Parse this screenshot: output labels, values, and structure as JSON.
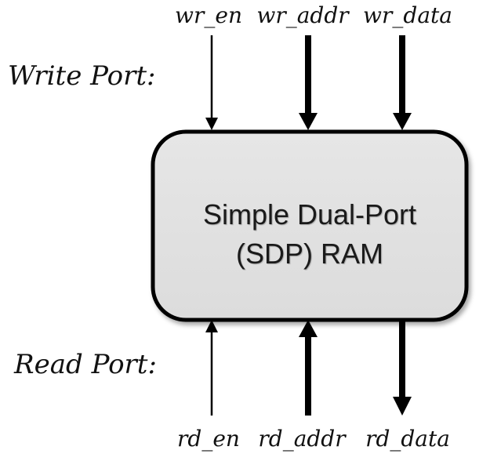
{
  "port_labels": {
    "write": "Write Port:",
    "read": "Read Port:"
  },
  "block": {
    "line1": "Simple Dual-Port",
    "line2": "(SDP) RAM",
    "fill_color": "#e3e3e3",
    "stroke_color": "#000000"
  },
  "write_signals": {
    "wr_en": "wr_en",
    "wr_addr": "wr_addr",
    "wr_data": "wr_data"
  },
  "read_signals": {
    "rd_en": "rd_en",
    "rd_addr": "rd_addr",
    "rd_data": "rd_data"
  }
}
